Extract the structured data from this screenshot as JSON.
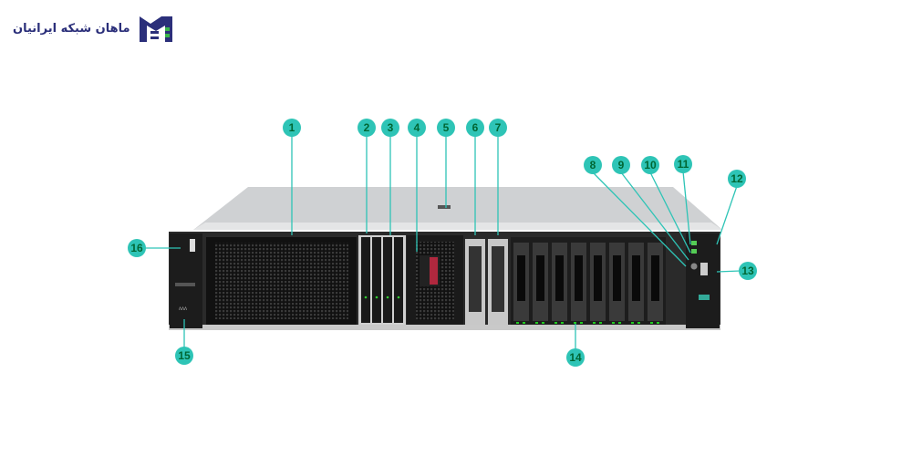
{
  "brand": {
    "name": "ماهان شبکه ایرانیان",
    "primary_color": "#2b2f7a",
    "accent_color": "#3bb54a"
  },
  "callout_color": "#2ec4b6",
  "callouts": [
    "1",
    "2",
    "3",
    "4",
    "5",
    "6",
    "7",
    "8",
    "9",
    "10",
    "11",
    "12",
    "13",
    "14",
    "15",
    "16"
  ]
}
